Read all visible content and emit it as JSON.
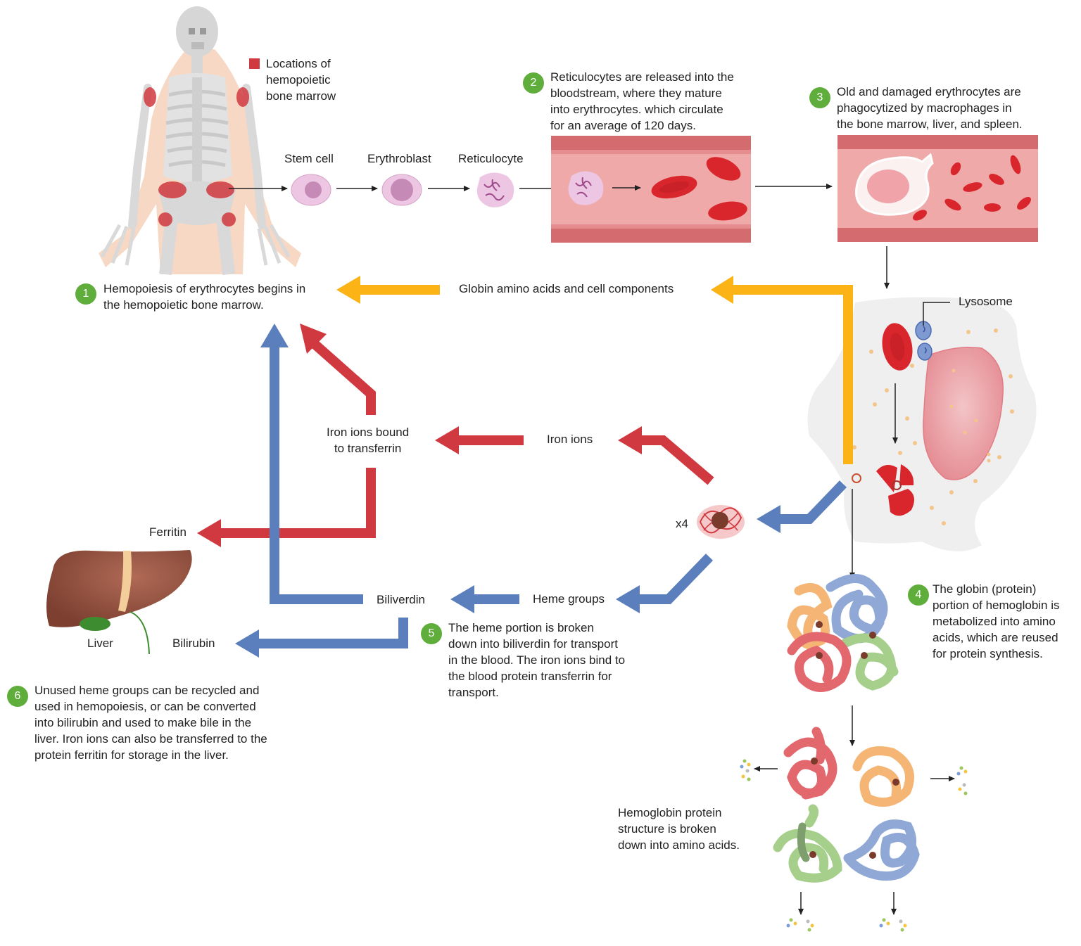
{
  "colors": {
    "step_badge": "#5fae3b",
    "arrow_yellow": "#fbb316",
    "arrow_red": "#d0393f",
    "arrow_blue": "#5b7fbd",
    "vessel": "#e48a8d",
    "marrow_marker": "#d0393f",
    "liver": "#8b4a3a"
  },
  "legend": {
    "marker_label": "Locations of\nhemopoietic\nbone marrow"
  },
  "cells": {
    "stem_cell": "Stem cell",
    "erythroblast": "Erythroblast",
    "reticulocyte": "Reticulocyte"
  },
  "steps": [
    {
      "number": "1",
      "text": "Hemopoiesis of erythrocytes begins in\nthe hemopoietic bone marrow."
    },
    {
      "number": "2",
      "text": "Reticulocytes are released into the\nbloodstream, where they mature\ninto erythrocytes. which circulate\nfor an average of 120 days."
    },
    {
      "number": "3",
      "text": "Old and damaged erythrocytes are\nphagocytized by macrophages in\nthe bone marrow, liver, and spleen."
    },
    {
      "number": "4",
      "text": "The globin (protein)\nportion of hemoglobin is\nmetabolized into amino\nacids, which are reused\nfor protein synthesis."
    },
    {
      "number": "5",
      "text": "The heme portion is broken\ndown into biliverdin for transport\nin the blood. The iron ions bind to\nthe blood protein transferrin for\ntransport."
    },
    {
      "number": "6",
      "text": "Unused heme groups can be recycled and\nused in hemopoiesis, or can be converted\ninto bilirubin and used to make bile in the\nliver. Iron ions can also be transferred to the\nprotein ferritin for storage in the liver."
    }
  ],
  "labels": {
    "globin": "Globin amino acids and cell components",
    "lysosome": "Lysosome",
    "iron_transferrin": "Iron ions bound\nto transferrin",
    "iron_ions": "Iron ions",
    "x4": "x4",
    "ferritin": "Ferritin",
    "biliverdin": "Biliverdin",
    "heme_groups": "Heme groups",
    "liver": "Liver",
    "bilirubin": "Bilirubin",
    "hemoglobin_breakdown": "Hemoglobin protein\nstructure is broken\ndown into amino acids."
  }
}
